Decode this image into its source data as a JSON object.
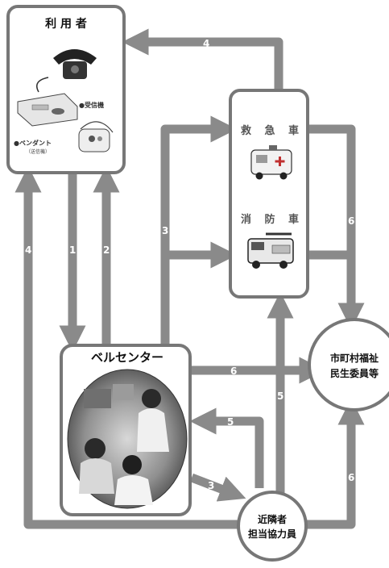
{
  "nodes": {
    "user": {
      "title": "利 用 者",
      "receiver_label": "●受信機",
      "pendant_label": "●ペンダント",
      "pendant_sub": "（送信機）"
    },
    "emergency": {
      "ambulance_label": "救 急 車",
      "firetruck_label": "消 防 車"
    },
    "bell_center": {
      "title": "ベルセンター"
    },
    "welfare": {
      "line1": "市町村福祉",
      "line2": "民生委員等"
    },
    "neighbor": {
      "line1": "近隣者",
      "line2": "担当協力員"
    }
  },
  "arrows": {
    "a1": "1",
    "a2": "2",
    "a3_up": "3",
    "a3_down": "3",
    "a4_left": "4",
    "a4_top": "4",
    "a5_vertical": "5",
    "a5_horizontal": "5",
    "a6_right": "6",
    "a6_center": "6",
    "a6_bottom": "6"
  },
  "colors": {
    "arrow_gray": "#8a8a8a",
    "box_border": "#777777",
    "box_fill": "#ffffff"
  }
}
